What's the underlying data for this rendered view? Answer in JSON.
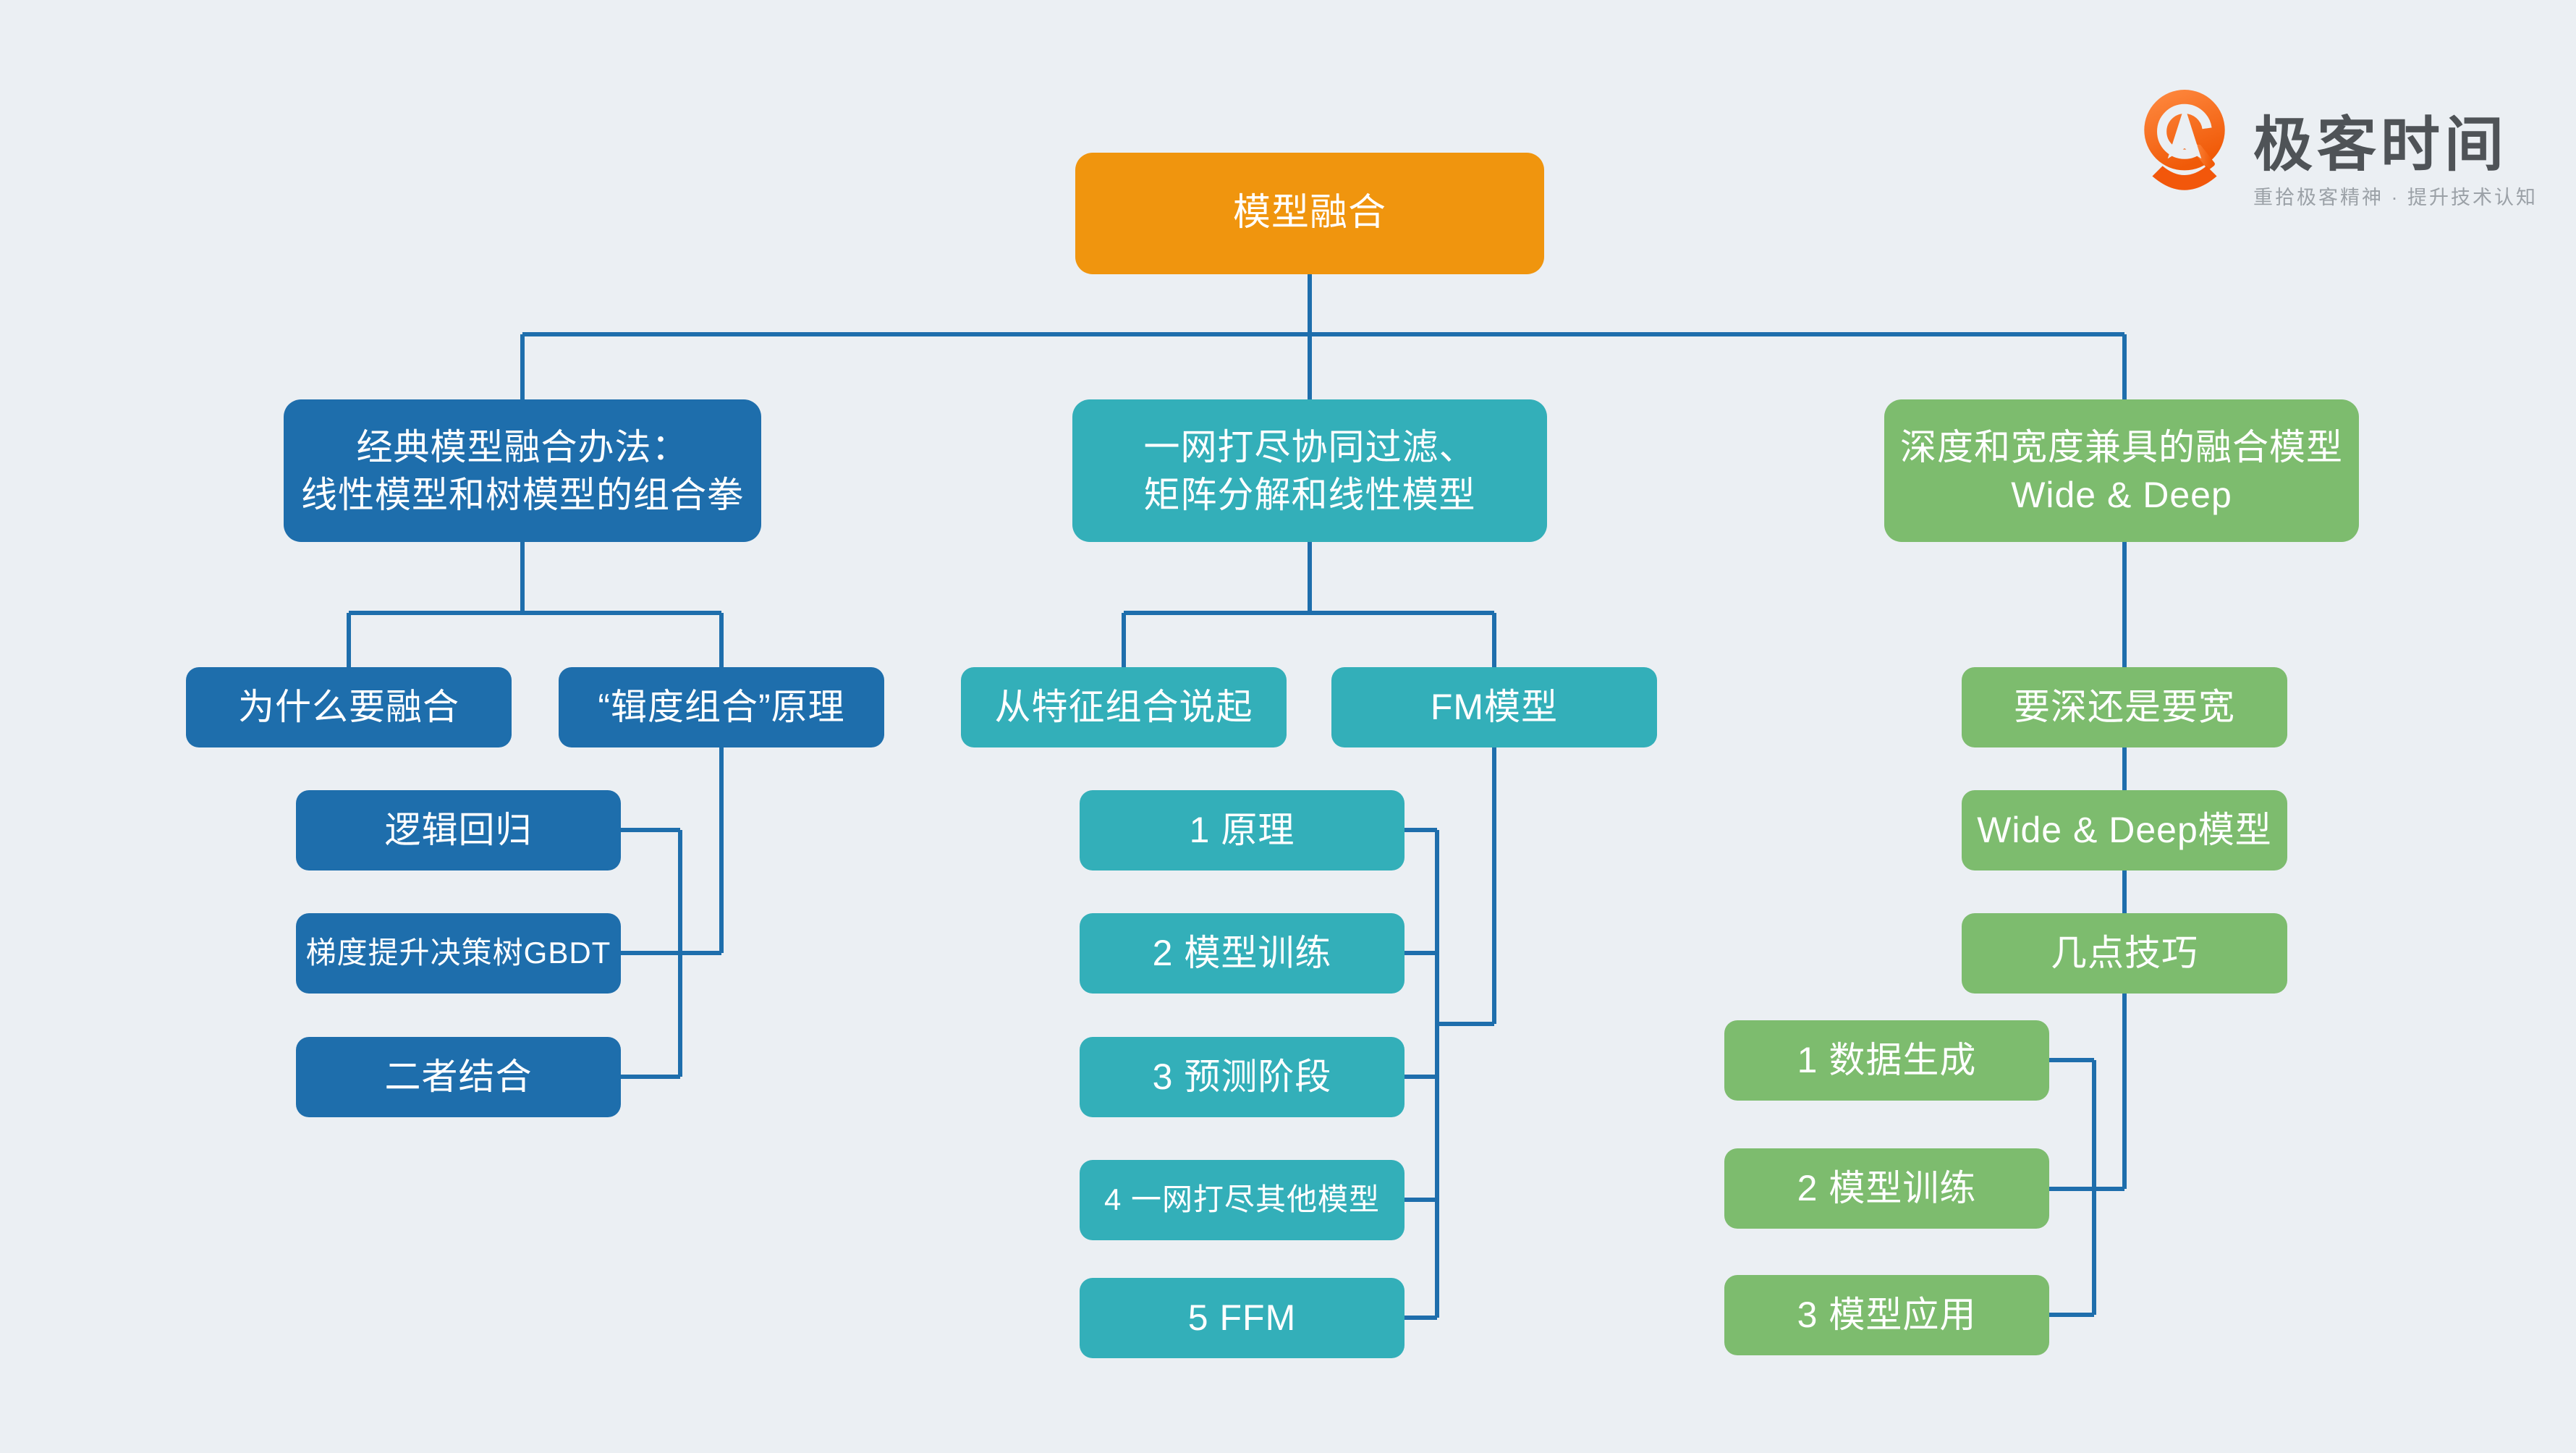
{
  "page": {
    "background_color": "#EBEFF3",
    "connector_color": "#1E6EAC"
  },
  "logo": {
    "name": "极客时间",
    "tagline": "重拾极客精神 · 提升技术认知",
    "brand_orange": "#F2570B",
    "icon": "geektime-pin-icon"
  },
  "root": {
    "label": "模型融合",
    "color": "#F0950E"
  },
  "branches": [
    {
      "title": "经典模型融合办法：\n线性模型和树模型的组合拳",
      "color": "#1E6EAC",
      "children": [
        {
          "label": "为什么要融合"
        },
        {
          "label": "“辑度组合”原理",
          "children": [
            {
              "label": "逻辑回归"
            },
            {
              "label": "梯度提升决策树GBDT"
            },
            {
              "label": "二者结合"
            }
          ]
        }
      ]
    },
    {
      "title": "一网打尽协同过滤、\n矩阵分解和线性模型",
      "color": "#33AFB9",
      "children": [
        {
          "label": "从特征组合说起"
        },
        {
          "label": "FM模型",
          "children": [
            {
              "label": "1 原理"
            },
            {
              "label": "2 模型训练"
            },
            {
              "label": "3 预测阶段"
            },
            {
              "label": "4 一网打尽其他模型"
            },
            {
              "label": "5 FFM"
            }
          ]
        }
      ]
    },
    {
      "title": "深度和宽度兼具的融合模型\nWide & Deep",
      "color": "#7DBC6E",
      "children": [
        {
          "label": "要深还是要宽"
        },
        {
          "label": "Wide & Deep模型"
        },
        {
          "label": "几点技巧",
          "children": [
            {
              "label": "1 数据生成"
            },
            {
              "label": "2 模型训练"
            },
            {
              "label": "3 模型应用"
            }
          ]
        }
      ]
    }
  ]
}
